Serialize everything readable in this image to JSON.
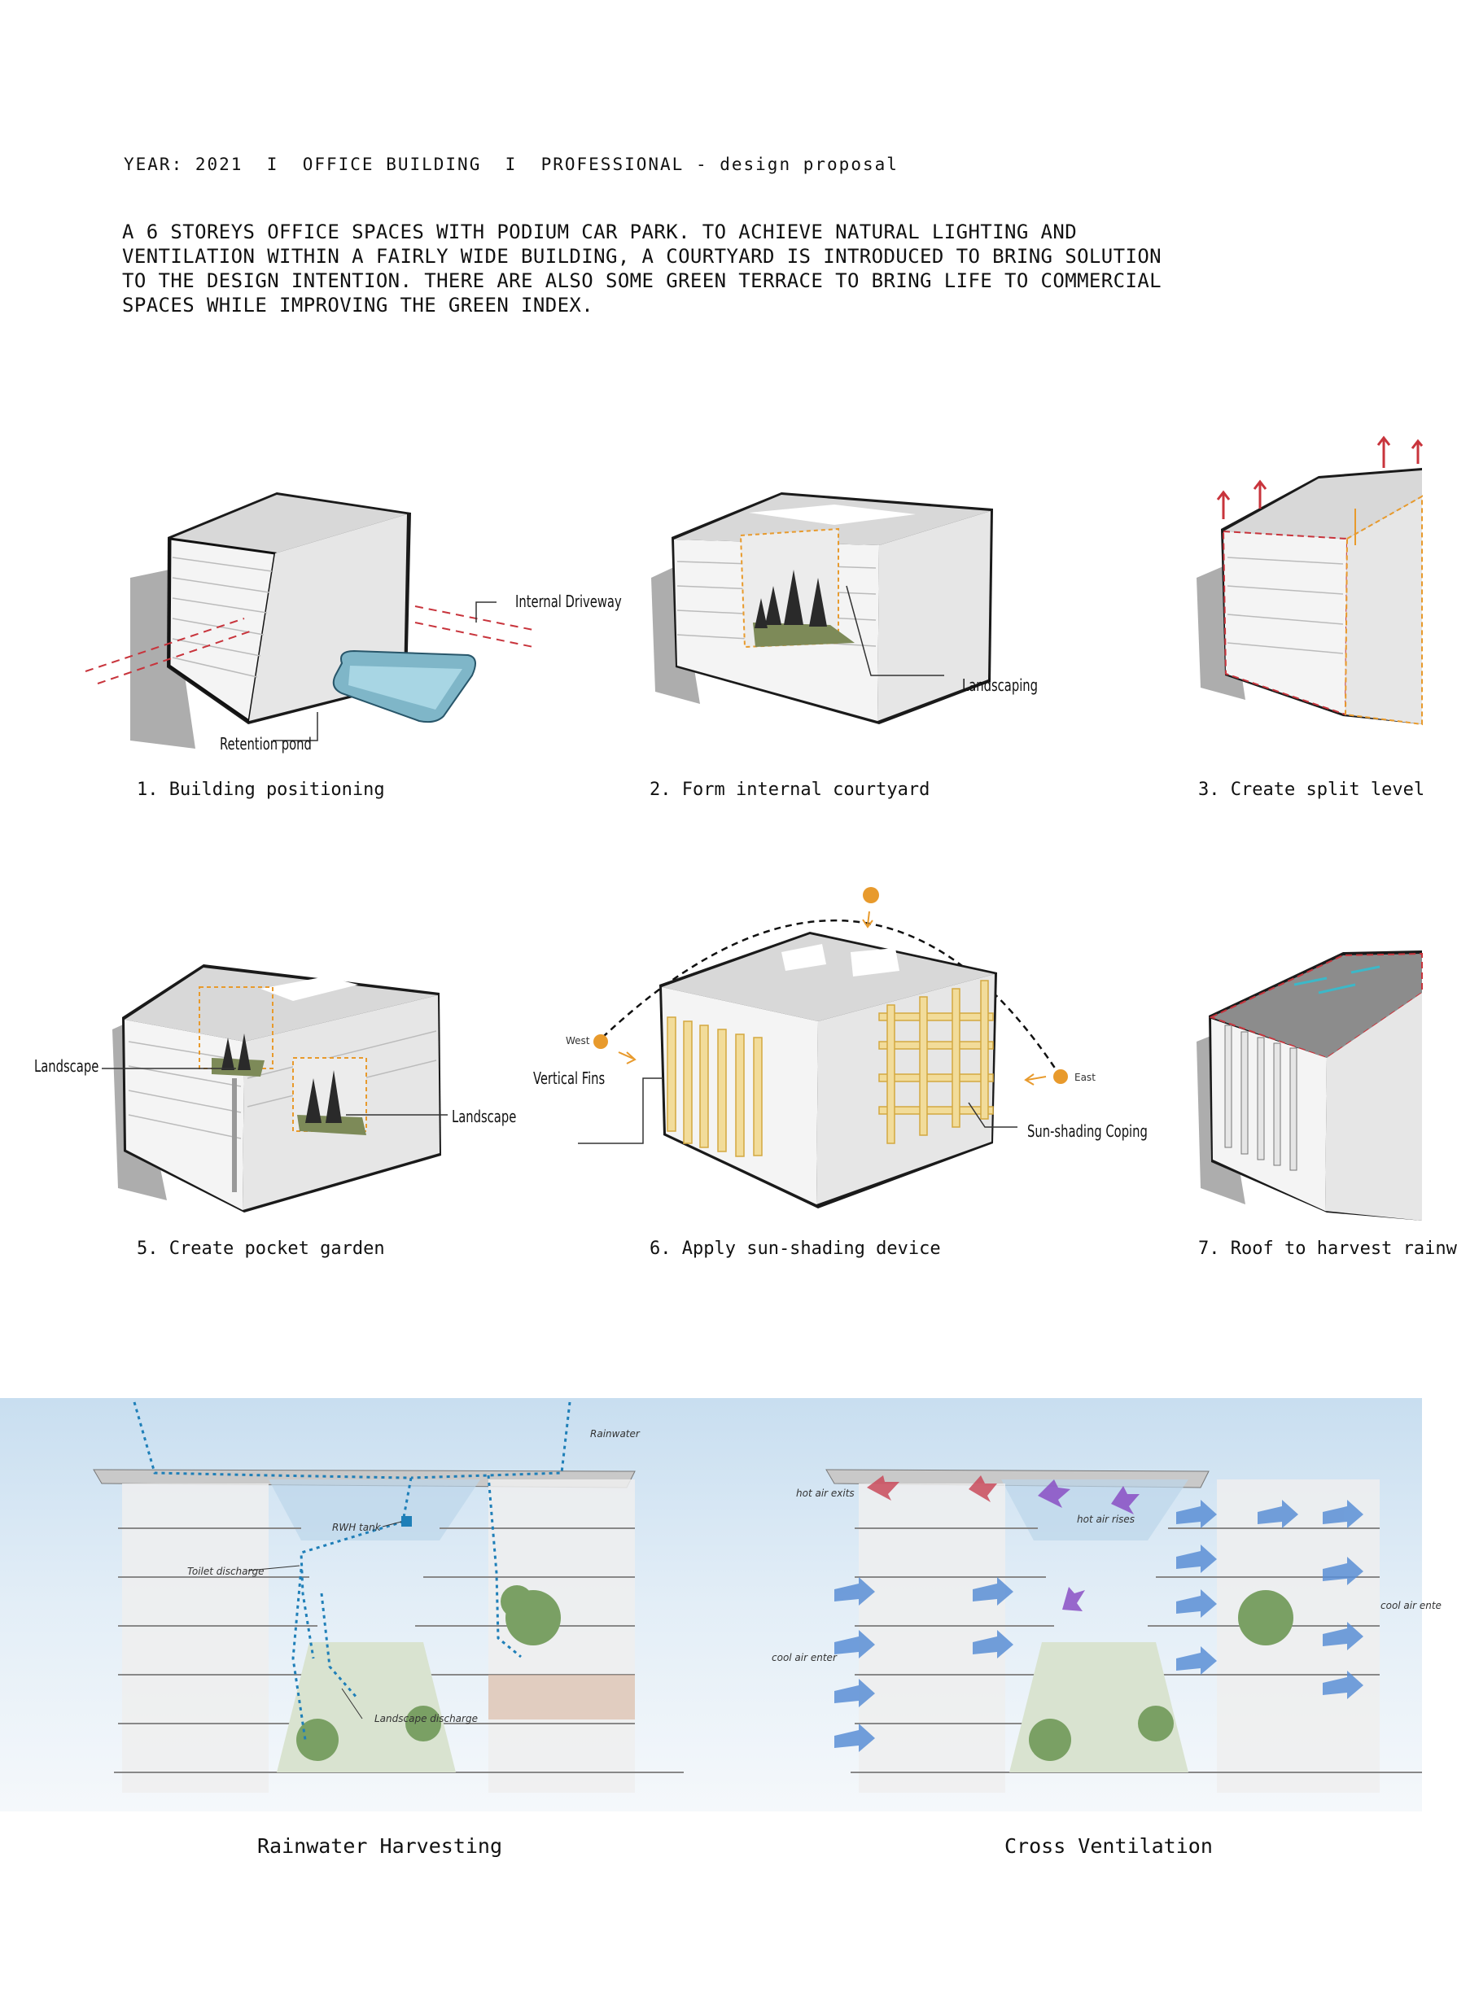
{
  "header": {
    "year": "YEAR: 2021",
    "type": "OFFICE BUILDING",
    "category": "PROFESSIONAL - design proposal",
    "separator": "I"
  },
  "intro": "A 6 STOREYS OFFICE SPACES WITH PODIUM CAR PARK. TO ACHIEVE NATURAL LIGHTING AND VENTILATION WITHIN A FAIRLY WIDE BUILDING, A COURTYARD IS INTRODUCED TO BRING SOLUTION TO THE DESIGN INTENTION. THERE ARE ALSO SOME GREEN TERRACE TO BRING LIFE TO COMMERCIAL SPACES WHILE IMPROVING THE GREEN INDEX.",
  "steps": [
    {
      "caption": "1. Building positioning",
      "labels": {
        "driveway": "Internal Driveway",
        "pond": "Retention pond"
      }
    },
    {
      "caption": "2.  Form internal courtyard",
      "labels": {
        "landscaping": "Landscaping"
      }
    },
    {
      "caption": "3. Create split level"
    },
    {
      "caption": "5. Create pocket garden",
      "labels": {
        "left": "Landscape",
        "right": "Landscape"
      }
    },
    {
      "caption": "6. Apply sun-shading device",
      "labels": {
        "west": "West",
        "east": "East",
        "fins": "Vertical Fins",
        "coping": "Sun-shading Coping"
      }
    },
    {
      "caption": "7. Roof to harvest rainw"
    }
  ],
  "sections": {
    "rain": {
      "caption": "Rainwater Harvesting",
      "labels": {
        "rainwater": "Rainwater",
        "tank": "RWH tank",
        "toilet": "Toilet discharge",
        "landscape": "Landscape discharge"
      }
    },
    "vent": {
      "caption": "Cross Ventilation",
      "labels": {
        "hot_exits": "hot air exits",
        "hot_rises": "hot air rises",
        "cool_enter_left": "cool air enter",
        "cool_enter_right": "cool air ente"
      }
    }
  },
  "colors": {
    "red_dashed": "#c8343c",
    "orange": "#e89a2c",
    "blue_flow": "#1f7fb8",
    "air_blue": "#5b8fd6",
    "air_purple": "#8a4fc4",
    "air_red": "#c94a5a",
    "sky": "#cfe3f2"
  }
}
